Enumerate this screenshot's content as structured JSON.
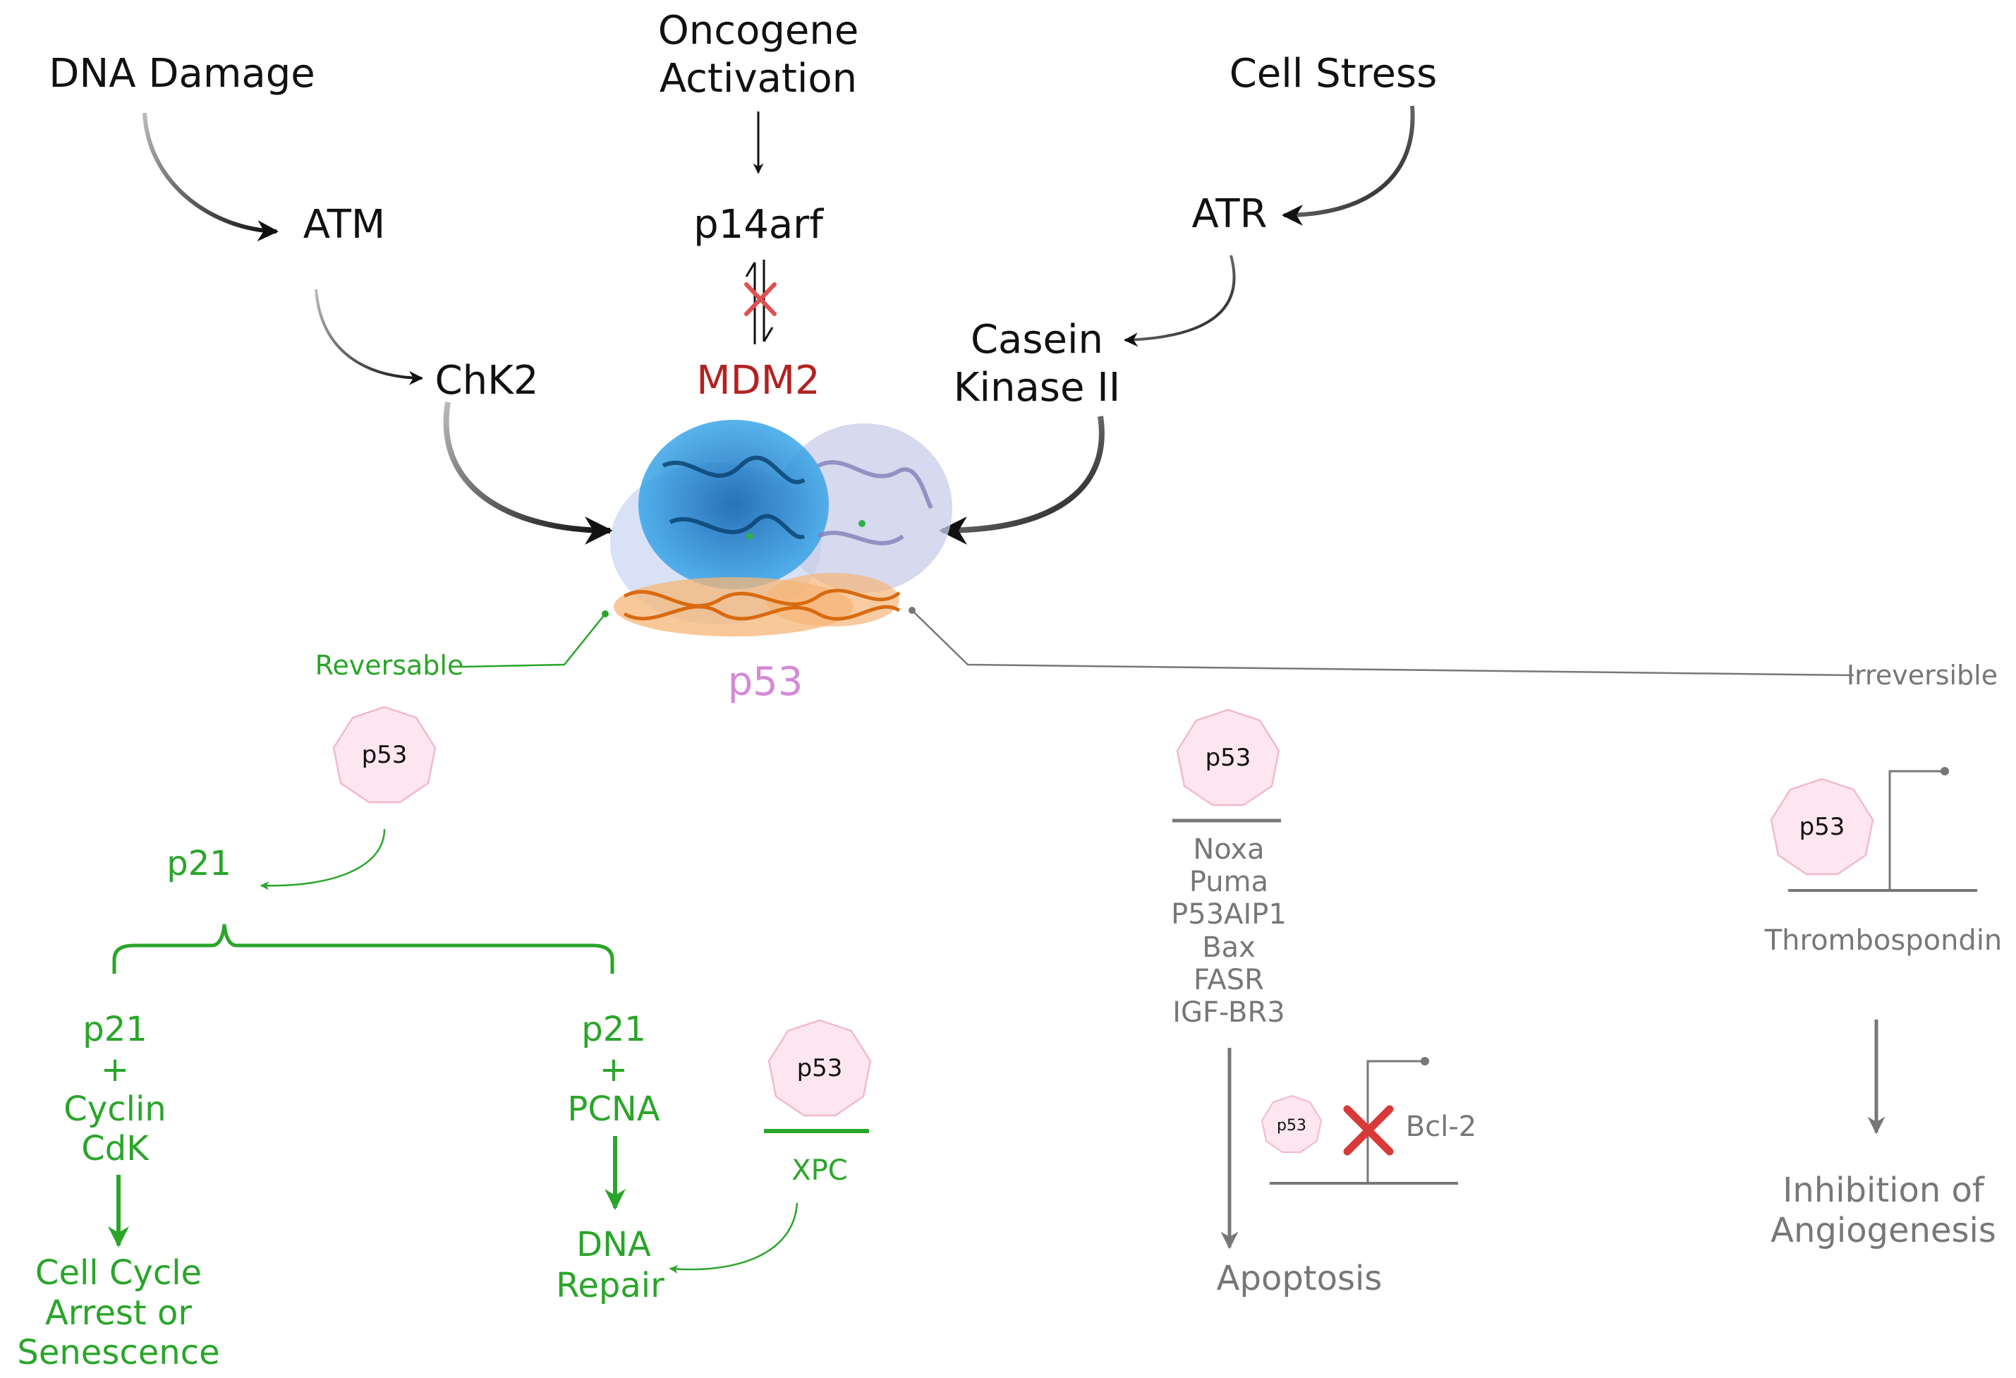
{
  "upstream": {
    "dna_damage": "DNA Damage",
    "oncogene_line1": "Oncogene",
    "oncogene_line2": "Activation",
    "cell_stress": "Cell Stress",
    "atm": "ATM",
    "p14arf": "p14arf",
    "atr": "ATR",
    "chk2": "ChK2",
    "mdm2": "MDM2",
    "casein_line1": "Casein",
    "casein_line2": "Kinase II",
    "p53_center": "p53"
  },
  "branches": {
    "reversable": "Reversable",
    "irreversible": "Irreversible"
  },
  "badge_label": "p53",
  "left_branch": {
    "p21": "p21",
    "cyclin": [
      "p21",
      "+",
      "Cyclin",
      "CdK"
    ],
    "pcna": [
      "p21",
      "+",
      "PCNA"
    ],
    "arrest": [
      "Cell Cycle",
      "Arrest or",
      "Senescence"
    ],
    "repair": [
      "DNA",
      "Repair"
    ],
    "xpc": "XPC"
  },
  "apoptosis": {
    "genes": [
      "Noxa",
      "Puma",
      "P53AIP1",
      "Bax",
      "FASR",
      "IGF-BR3"
    ],
    "bcl2": "Bcl-2",
    "outcome": "Apoptosis"
  },
  "angiogenesis": {
    "gene": "Thrombospondin",
    "outcome_line1": "Inhibition of",
    "outcome_line2": "Angiogenesis"
  },
  "colors": {
    "black": "#111111",
    "green": "#2aa52a",
    "gray": "#777777",
    "red": "#b22222",
    "pink_label": "#d58ad5",
    "badge_fill": "#fde6ef",
    "badge_stroke": "#f2b8cf",
    "protein_blue": "#1e90d8",
    "protein_lavender": "#b3b5dc",
    "dna_orange": "#f39a3c"
  }
}
